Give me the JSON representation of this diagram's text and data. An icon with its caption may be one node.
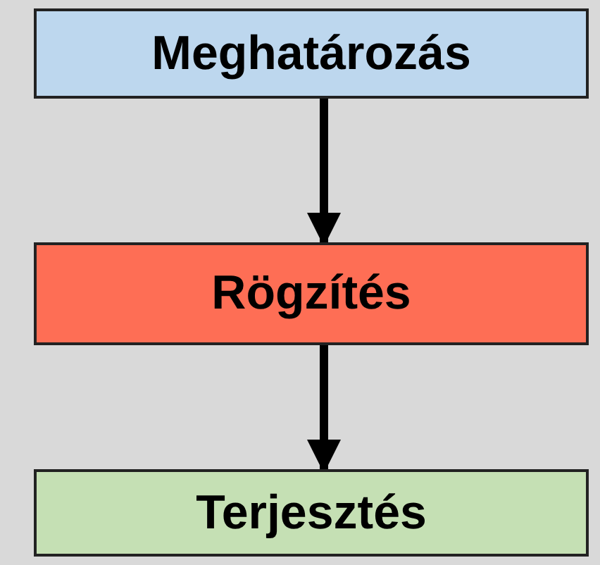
{
  "diagram": {
    "nodes": [
      {
        "text": [
          "Meghatározás"
        ]
      },
      {
        "text": [
          "Rögzítés"
        ]
      },
      {
        "text": [
          "Terjesztés"
        ]
      }
    ],
    "edges": [
      {
        "from": 0,
        "to": 1,
        "arrow": "to"
      },
      {
        "from": 1,
        "to": 2,
        "arrow": "to"
      }
    ]
  }
}
